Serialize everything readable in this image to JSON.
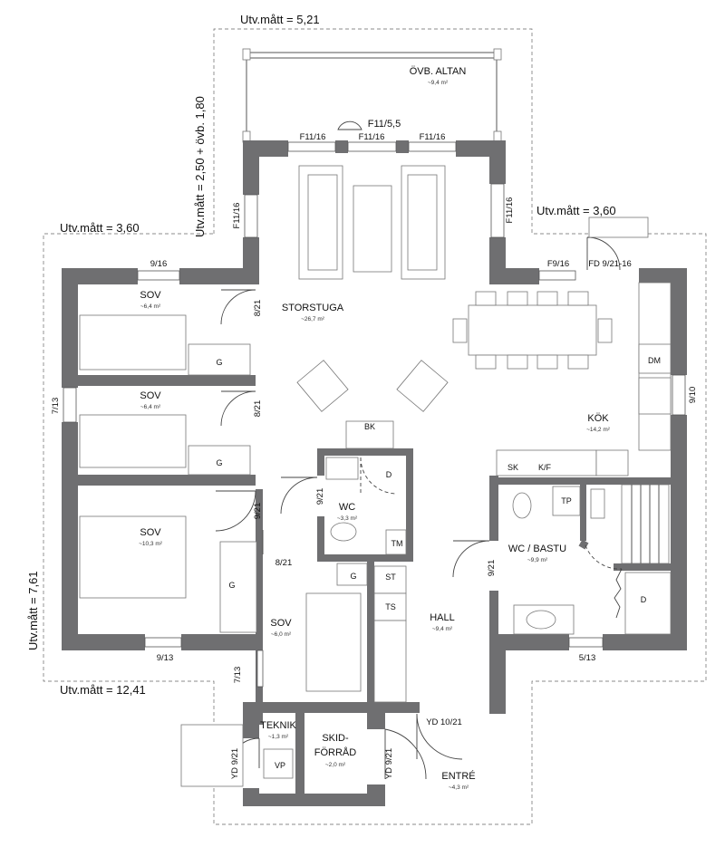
{
  "dimensions": {
    "top": "Utv.mått = 5,21",
    "left_vertical": "Utv.mått = 2,50 + övb. 1,80",
    "left_wing": "Utv.mått = 3,60",
    "right_wing": "Utv.mått = 3,60",
    "left_side": "Utv.mått = 7,61",
    "bottom": "Utv.mått = 12,41"
  },
  "rooms": {
    "ovb_altan": {
      "name": "ÖVB. ALTAN",
      "area": "~9,4 m²"
    },
    "storstuga": {
      "name": "STORSTUGA",
      "area": "~26,7 m²"
    },
    "sov1": {
      "name": "SOV",
      "area": "~6,4 m²"
    },
    "sov2": {
      "name": "SOV",
      "area": "~6,4 m²"
    },
    "sov3": {
      "name": "SOV",
      "area": "~10,3 m²"
    },
    "sov4": {
      "name": "SOV",
      "area": "~6,0 m²"
    },
    "kok": {
      "name": "KÖK",
      "area": "~14,2 m²"
    },
    "wc": {
      "name": "WC",
      "area": "~3,3 m²"
    },
    "wc_bastu": {
      "name": "WC / BASTU",
      "area": "~9,9 m²"
    },
    "hall": {
      "name": "HALL",
      "area": "~9,4 m²"
    },
    "teknik": {
      "name": "TEKNIK",
      "area": "~1,3 m²"
    },
    "skidforrad": {
      "name1": "SKID-",
      "name2": "FÖRRÅD",
      "area": "~2,0 m²"
    },
    "entre": {
      "name": "ENTRÉ",
      "area": "~4,3 m²"
    }
  },
  "openings": {
    "f11_55": "F11/5,5",
    "f11_16_a": "F11/16",
    "f11_16_b": "F11/16",
    "f11_16_c": "F11/16",
    "f11_16_left": "F11/16",
    "f11_16_right": "F11/16",
    "w9_16_top": "9/16",
    "w7_13_left": "7/13",
    "w9_13_bottom": "9/13",
    "w7_13_sov": "7/13",
    "f9_16": "F9/16",
    "fd_9_21_16": "FD 9/21-16",
    "w9_10": "9/10",
    "w5_13": "5/13",
    "d8_21_a": "8/21",
    "d8_21_b": "8/21",
    "d9_21_sov3": "9/21",
    "d9_21_wc": "9/21",
    "d8_21_sov4": "8/21",
    "d9_21_bastu": "9/21",
    "yd_10_21": "YD 10/21",
    "yd_9_21_teknik": "YD 9/21",
    "yd_9_21_skid": "YD 9/21"
  },
  "fixtures": {
    "g1": "G",
    "g2": "G",
    "g3": "G",
    "g4": "G",
    "bk": "BK",
    "dm": "DM",
    "sk": "SK",
    "kf": "K/F",
    "d_wc": "D",
    "tm": "TM",
    "tp": "TP",
    "d_bastu": "D",
    "st": "ST",
    "ts": "TS",
    "vp": "VP"
  }
}
